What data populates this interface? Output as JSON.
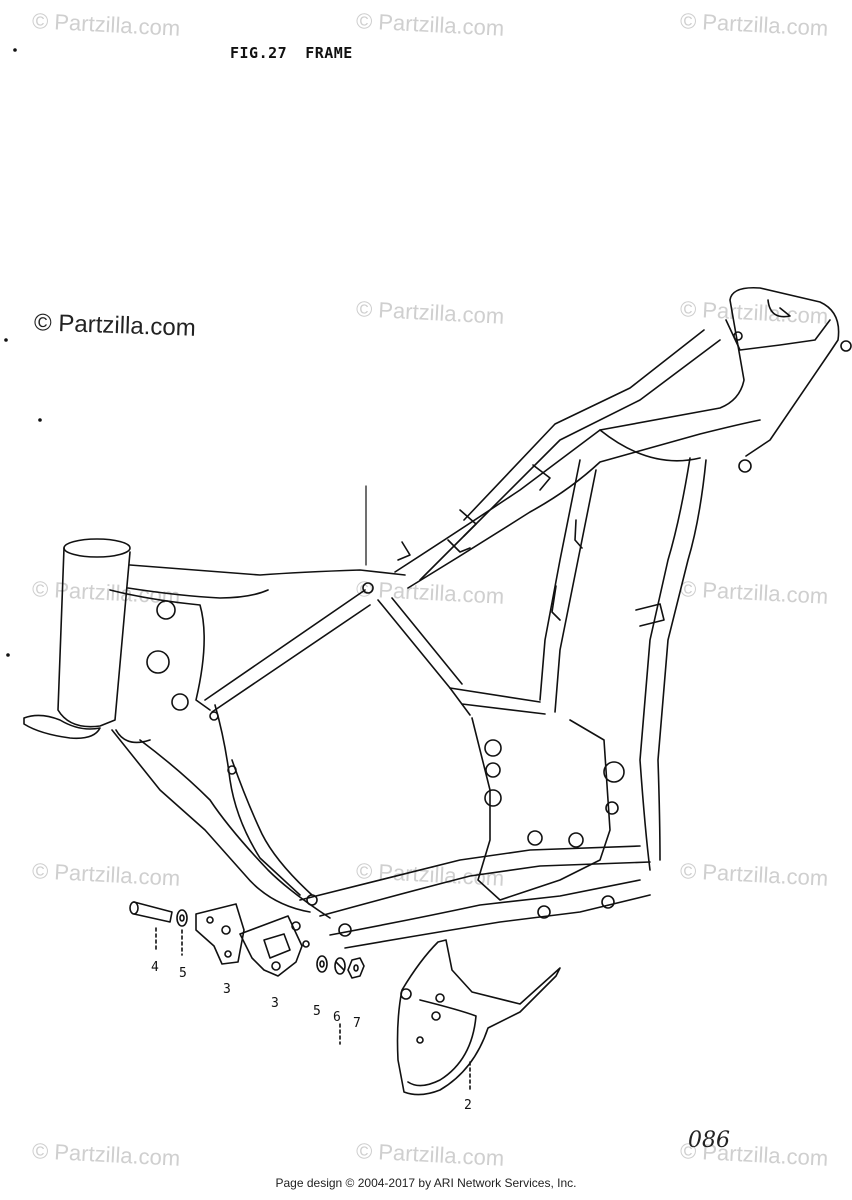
{
  "header": {
    "fig_number": "FIG.27",
    "fig_title": "FRAME"
  },
  "watermarks": {
    "text": "© Partzilla.com",
    "main_text": "© Partzilla.com"
  },
  "callouts": [
    {
      "id": "callout-4",
      "label": "4"
    },
    {
      "id": "callout-5a",
      "label": "5"
    },
    {
      "id": "callout-3a",
      "label": "3"
    },
    {
      "id": "callout-3b",
      "label": "3"
    },
    {
      "id": "callout-5b",
      "label": "5"
    },
    {
      "id": "callout-6",
      "label": "6"
    },
    {
      "id": "callout-7",
      "label": "7"
    },
    {
      "id": "callout-2",
      "label": "2"
    }
  ],
  "page_number": "086",
  "footer": "Page design © 2004-2017 by ARI Network Services, Inc."
}
